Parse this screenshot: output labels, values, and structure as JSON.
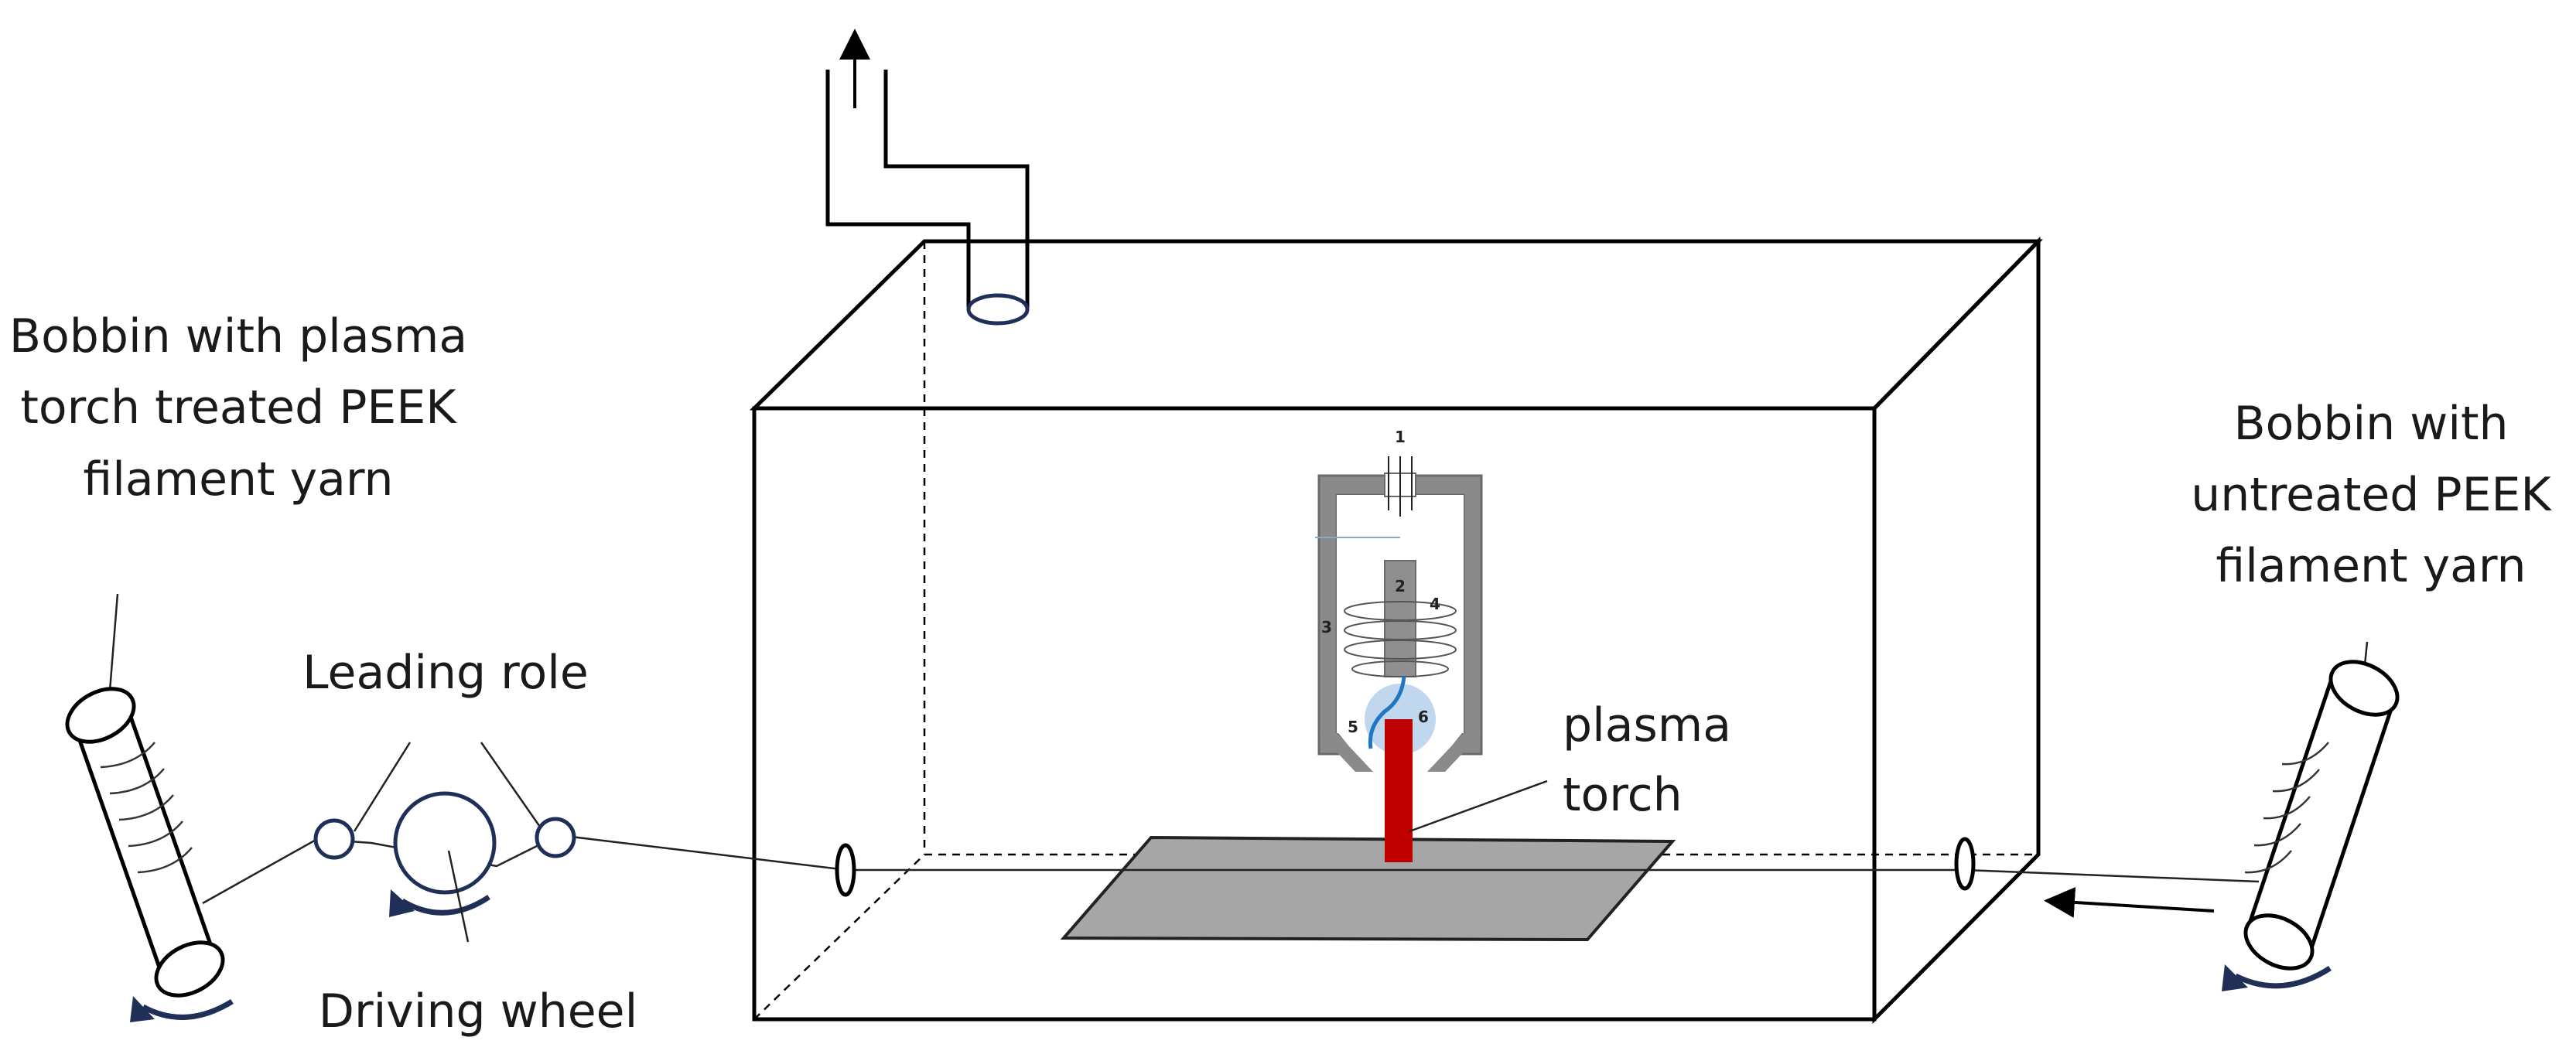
{
  "labels": {
    "bobbin_treated": [
      "Bobbin with plasma",
      "torch treated PEEK",
      "filament yarn"
    ],
    "bobbin_untreated": [
      "Bobbin with",
      "untreated PEEK",
      "filament yarn"
    ],
    "leading_role": "Leading role",
    "driving_wheel": "Driving wheel",
    "plasma_torch": [
      "plasma",
      "torch"
    ]
  },
  "torch_numbers": [
    "1",
    "2",
    "3",
    "4",
    "5",
    "6"
  ],
  "colors": {
    "torch_body": "#8a8a8a",
    "electrode": "#8f8f8f",
    "plasma_glow": "#b9d3ec",
    "plasma_jet": "#c00000",
    "arc": "#1f77c4",
    "substrate": "#a6a6a6",
    "rotation_arrow": "#1f2f57",
    "port_outline": "#1f2f57"
  }
}
